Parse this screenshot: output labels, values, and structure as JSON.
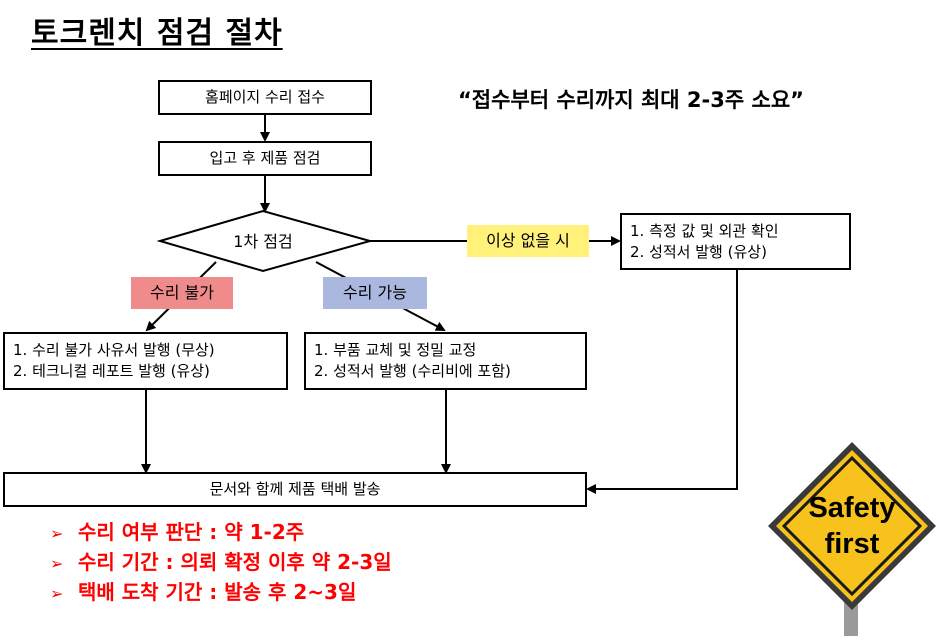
{
  "title": "토크렌치 점검 절차",
  "quote": "“접수부터 수리까지 최대 2-3주 소요”",
  "flow": {
    "step1": "홈페이지 수리 접수",
    "step2": "입고 후 제품 점검",
    "diamond": "1차 점검",
    "tag_no_issue": "이상 없을 시",
    "tag_unrepairable": "수리 불가",
    "tag_repairable": "수리 가능",
    "no_issue_box": [
      "1. 측정 값 및 외관 확인",
      "2. 성적서 발행 (유상)"
    ],
    "unrepairable_box": [
      "1. 수리 불가 사유서 발행 (무상)",
      "2. 테크니컬 레포트 발행 (유상)"
    ],
    "repairable_box": [
      "1. 부품 교체 및 정밀 교정",
      "2. 성적서 발행 (수리비에 포함)"
    ],
    "final": "문서와 함께 제품 택배 발송"
  },
  "notes": [
    "수리 여부 판단 : 약 1-2주",
    "수리 기간 : 의뢰 확정 이후 약 2-3일",
    "택배 도착 기간 : 발송 후 2~3일"
  ],
  "sign": {
    "line1": "Safety",
    "line2": "first"
  },
  "colors": {
    "tag_no_issue_bg": "#fff17a",
    "tag_unrepairable_bg": "#f08b8b",
    "tag_repairable_bg": "#aab8e0",
    "notes_text": "#ff0000",
    "sign_fill": "#f7c21b"
  }
}
